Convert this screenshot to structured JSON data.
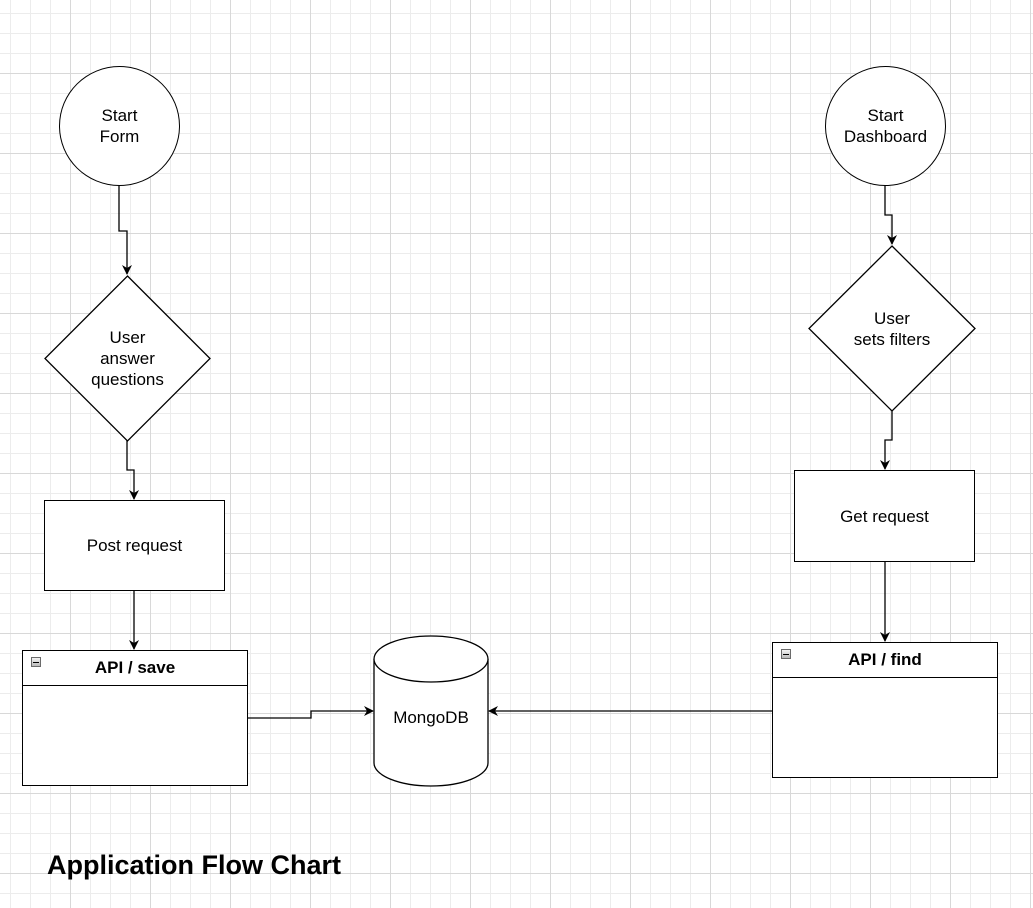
{
  "diagram": {
    "title": "Application Flow Chart",
    "nodes": {
      "start_form": {
        "label": "Start\nForm",
        "shape": "circle"
      },
      "user_answer": {
        "label": "User\nanswer\nquestions",
        "shape": "diamond"
      },
      "post_request": {
        "label": "Post request",
        "shape": "rectangle"
      },
      "api_save": {
        "label": "API / save",
        "shape": "container"
      },
      "mongodb": {
        "label": "MongoDB",
        "shape": "cylinder"
      },
      "start_dashboard": {
        "label": "Start\nDashboard",
        "shape": "circle"
      },
      "user_filters": {
        "label": "User\nsets filters",
        "shape": "diamond"
      },
      "get_request": {
        "label": "Get request",
        "shape": "rectangle"
      },
      "api_find": {
        "label": "API / find",
        "shape": "container"
      }
    },
    "edges": [
      {
        "from": "start_form",
        "to": "user_answer"
      },
      {
        "from": "user_answer",
        "to": "post_request"
      },
      {
        "from": "post_request",
        "to": "api_save"
      },
      {
        "from": "api_save",
        "to": "mongodb"
      },
      {
        "from": "start_dashboard",
        "to": "user_filters"
      },
      {
        "from": "user_filters",
        "to": "get_request"
      },
      {
        "from": "get_request",
        "to": "api_find"
      },
      {
        "from": "api_find",
        "to": "mongodb"
      }
    ],
    "icons": {
      "container_toggle": "collapse-minus-icon"
    },
    "colors": {
      "stroke": "#000000",
      "fill": "#ffffff",
      "grid": "#d8d8d8"
    }
  }
}
